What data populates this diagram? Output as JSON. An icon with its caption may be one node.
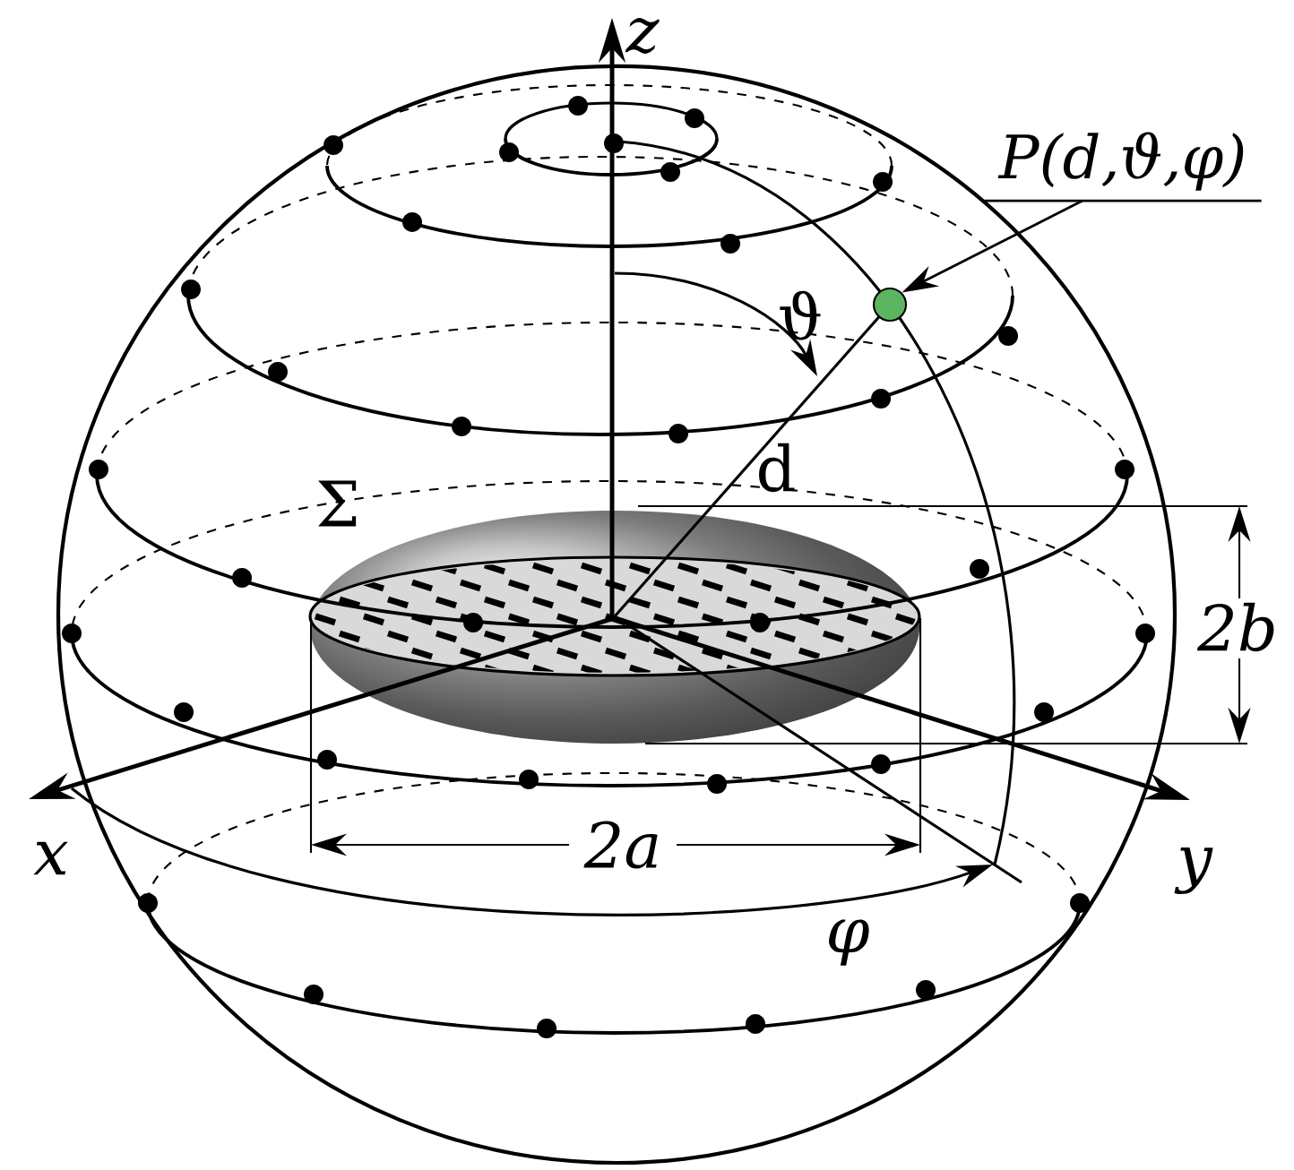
{
  "diagram": {
    "nodes": [
      {
        "text": [
          "P(d,ϑ,φ)"
        ]
      },
      {
        "text": [],
        "shape": "circle"
      }
    ],
    "edges": [
      {
        "from": 0,
        "to": 1,
        "arrow": "to"
      }
    ],
    "labels": [
      "z",
      "ϑ",
      "Σ",
      "d",
      "2b",
      "x",
      "2a",
      "y",
      "φ"
    ]
  }
}
